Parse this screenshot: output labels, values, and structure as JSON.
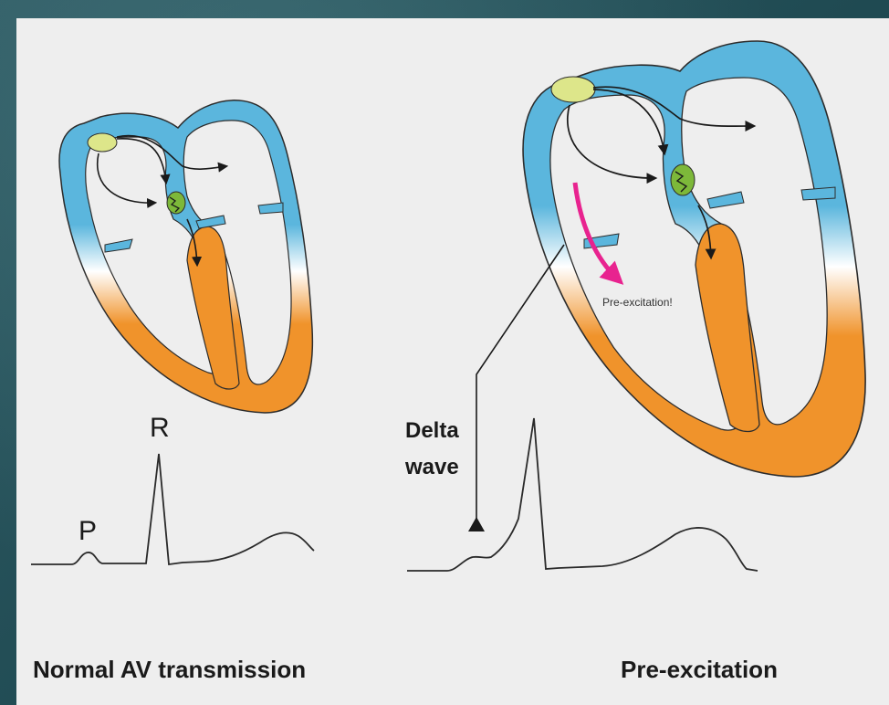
{
  "ecg_labels": {
    "p": "P",
    "r": "R"
  },
  "delta_label": {
    "line1": "Delta",
    "line2": "wave"
  },
  "preexcitation_note": "Pre-excitation!",
  "captions": {
    "left": "Normal AV transmission",
    "right": "Pre-excitation"
  },
  "colors": {
    "atria": "#5bb6dd",
    "ventricles": "#f0932b",
    "sa_node": "#dde68a",
    "av_node": "#7db83a",
    "accessory_pathway": "#e8238f",
    "slide_background": "#eeeeee"
  }
}
